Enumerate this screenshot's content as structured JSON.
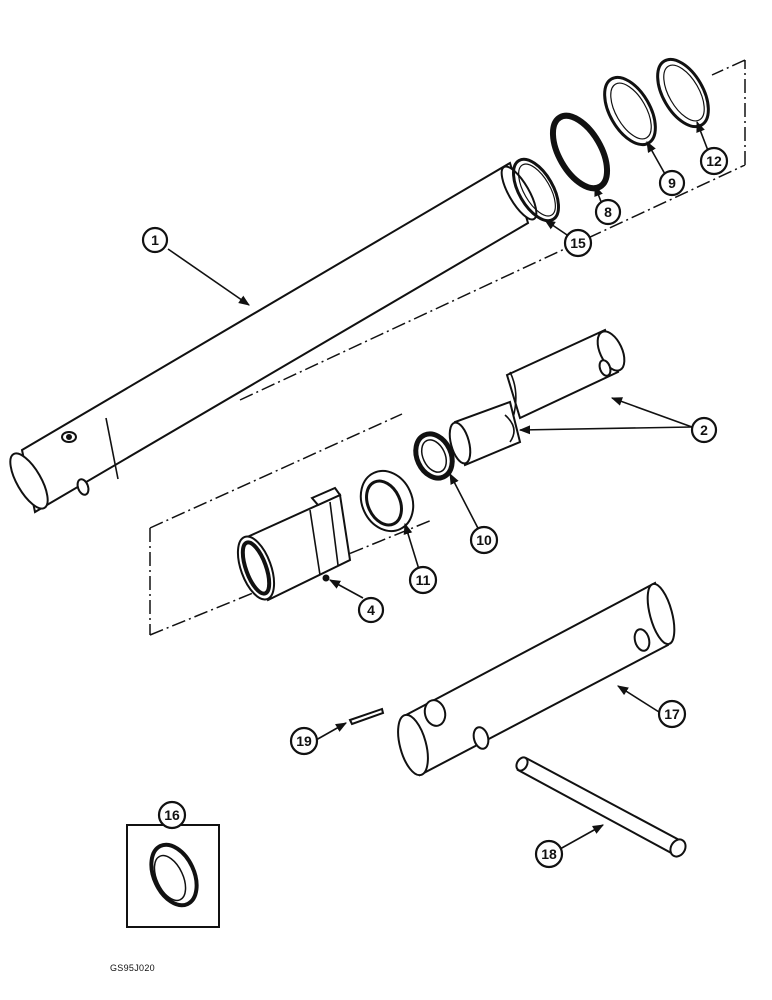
{
  "figure_code": "GS95J020",
  "callouts": {
    "c1": "1",
    "c2": "2",
    "c4": "4",
    "c8": "8",
    "c9": "9",
    "c10": "10",
    "c11": "11",
    "c12": "12",
    "c15": "15",
    "c16": "16",
    "c17": "17",
    "c18": "18",
    "c19": "19"
  }
}
